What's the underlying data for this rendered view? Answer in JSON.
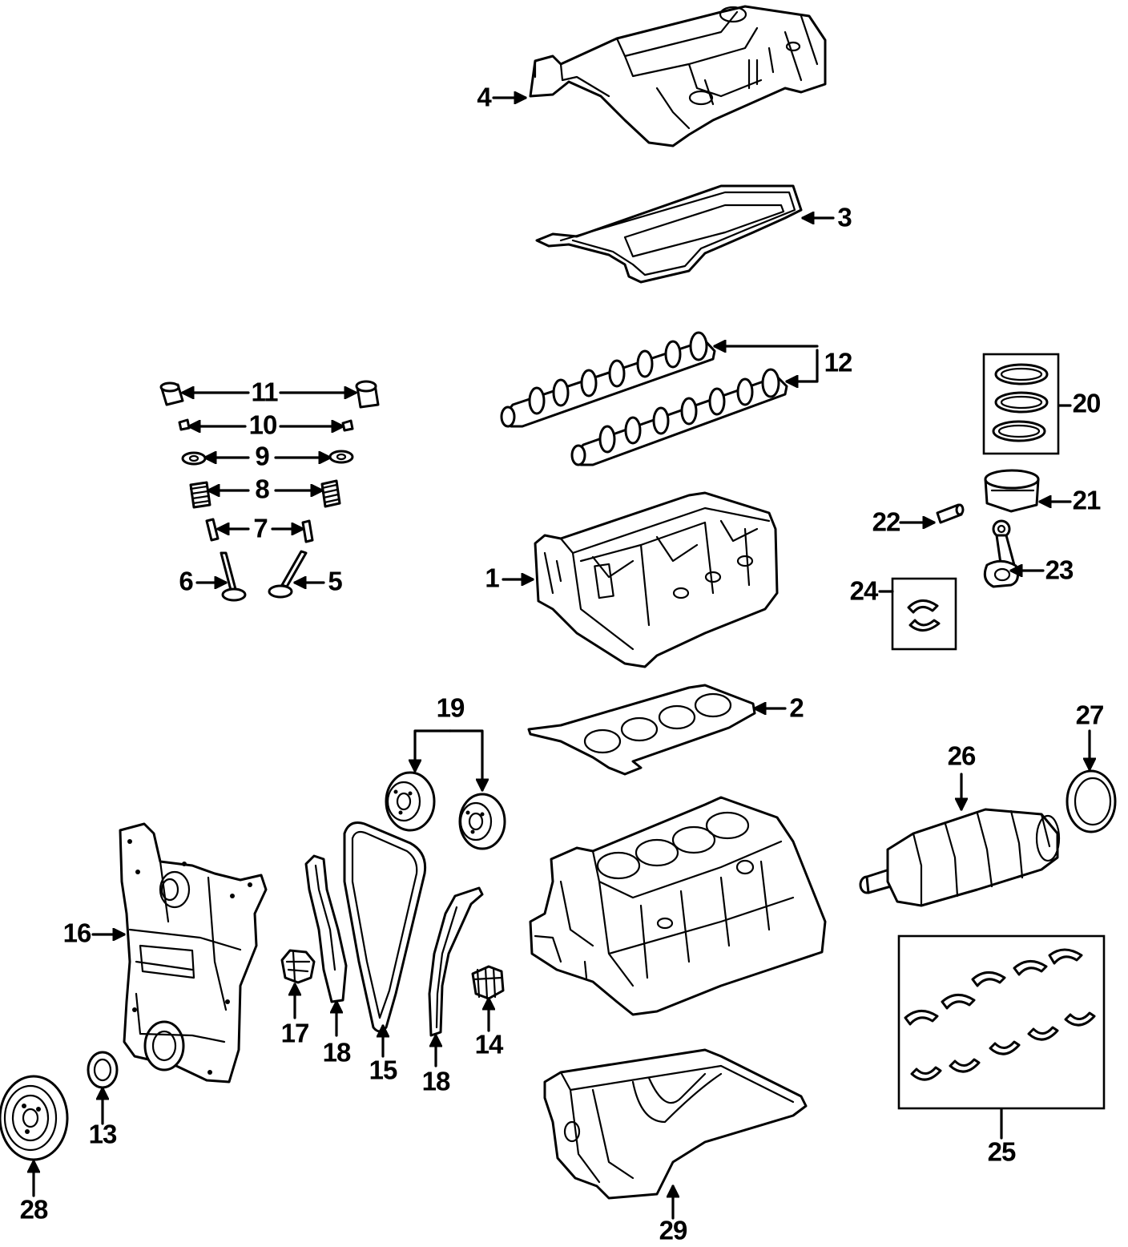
{
  "diagram": {
    "callouts": [
      "1",
      "2",
      "3",
      "4",
      "5",
      "6",
      "7",
      "8",
      "9",
      "10",
      "11",
      "12",
      "13",
      "14",
      "15",
      "16",
      "17",
      "18",
      "18",
      "19",
      "20",
      "21",
      "22",
      "23",
      "24",
      "25",
      "26",
      "27",
      "28",
      "29"
    ]
  }
}
